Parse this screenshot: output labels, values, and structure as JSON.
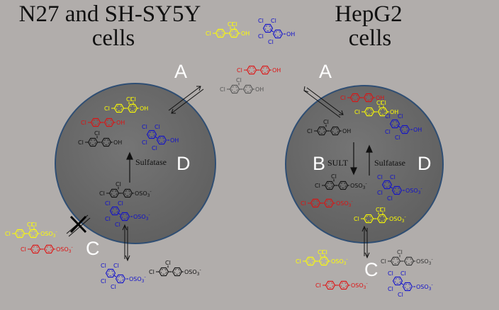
{
  "titles": {
    "left": [
      "N27 and SH-SY5Y",
      "cells"
    ],
    "right": [
      "HepG2",
      "cells"
    ]
  },
  "step_labels": {
    "a": "A",
    "b": "B",
    "c": "C",
    "d": "D"
  },
  "enzymes": {
    "sult": "SULT",
    "sulfatase": "Sulfatase"
  },
  "atoms": {
    "cl": "Cl",
    "oh": "OH",
    "oso3": "OSO3",
    "charge": "-"
  },
  "colors": {
    "background": "#b1adab",
    "cell_fill": "#686868",
    "cell_stroke": "#2f4e73",
    "yellow": "#ffff00",
    "blue": "#1010cc",
    "red": "#e01010",
    "black": "#111111"
  }
}
